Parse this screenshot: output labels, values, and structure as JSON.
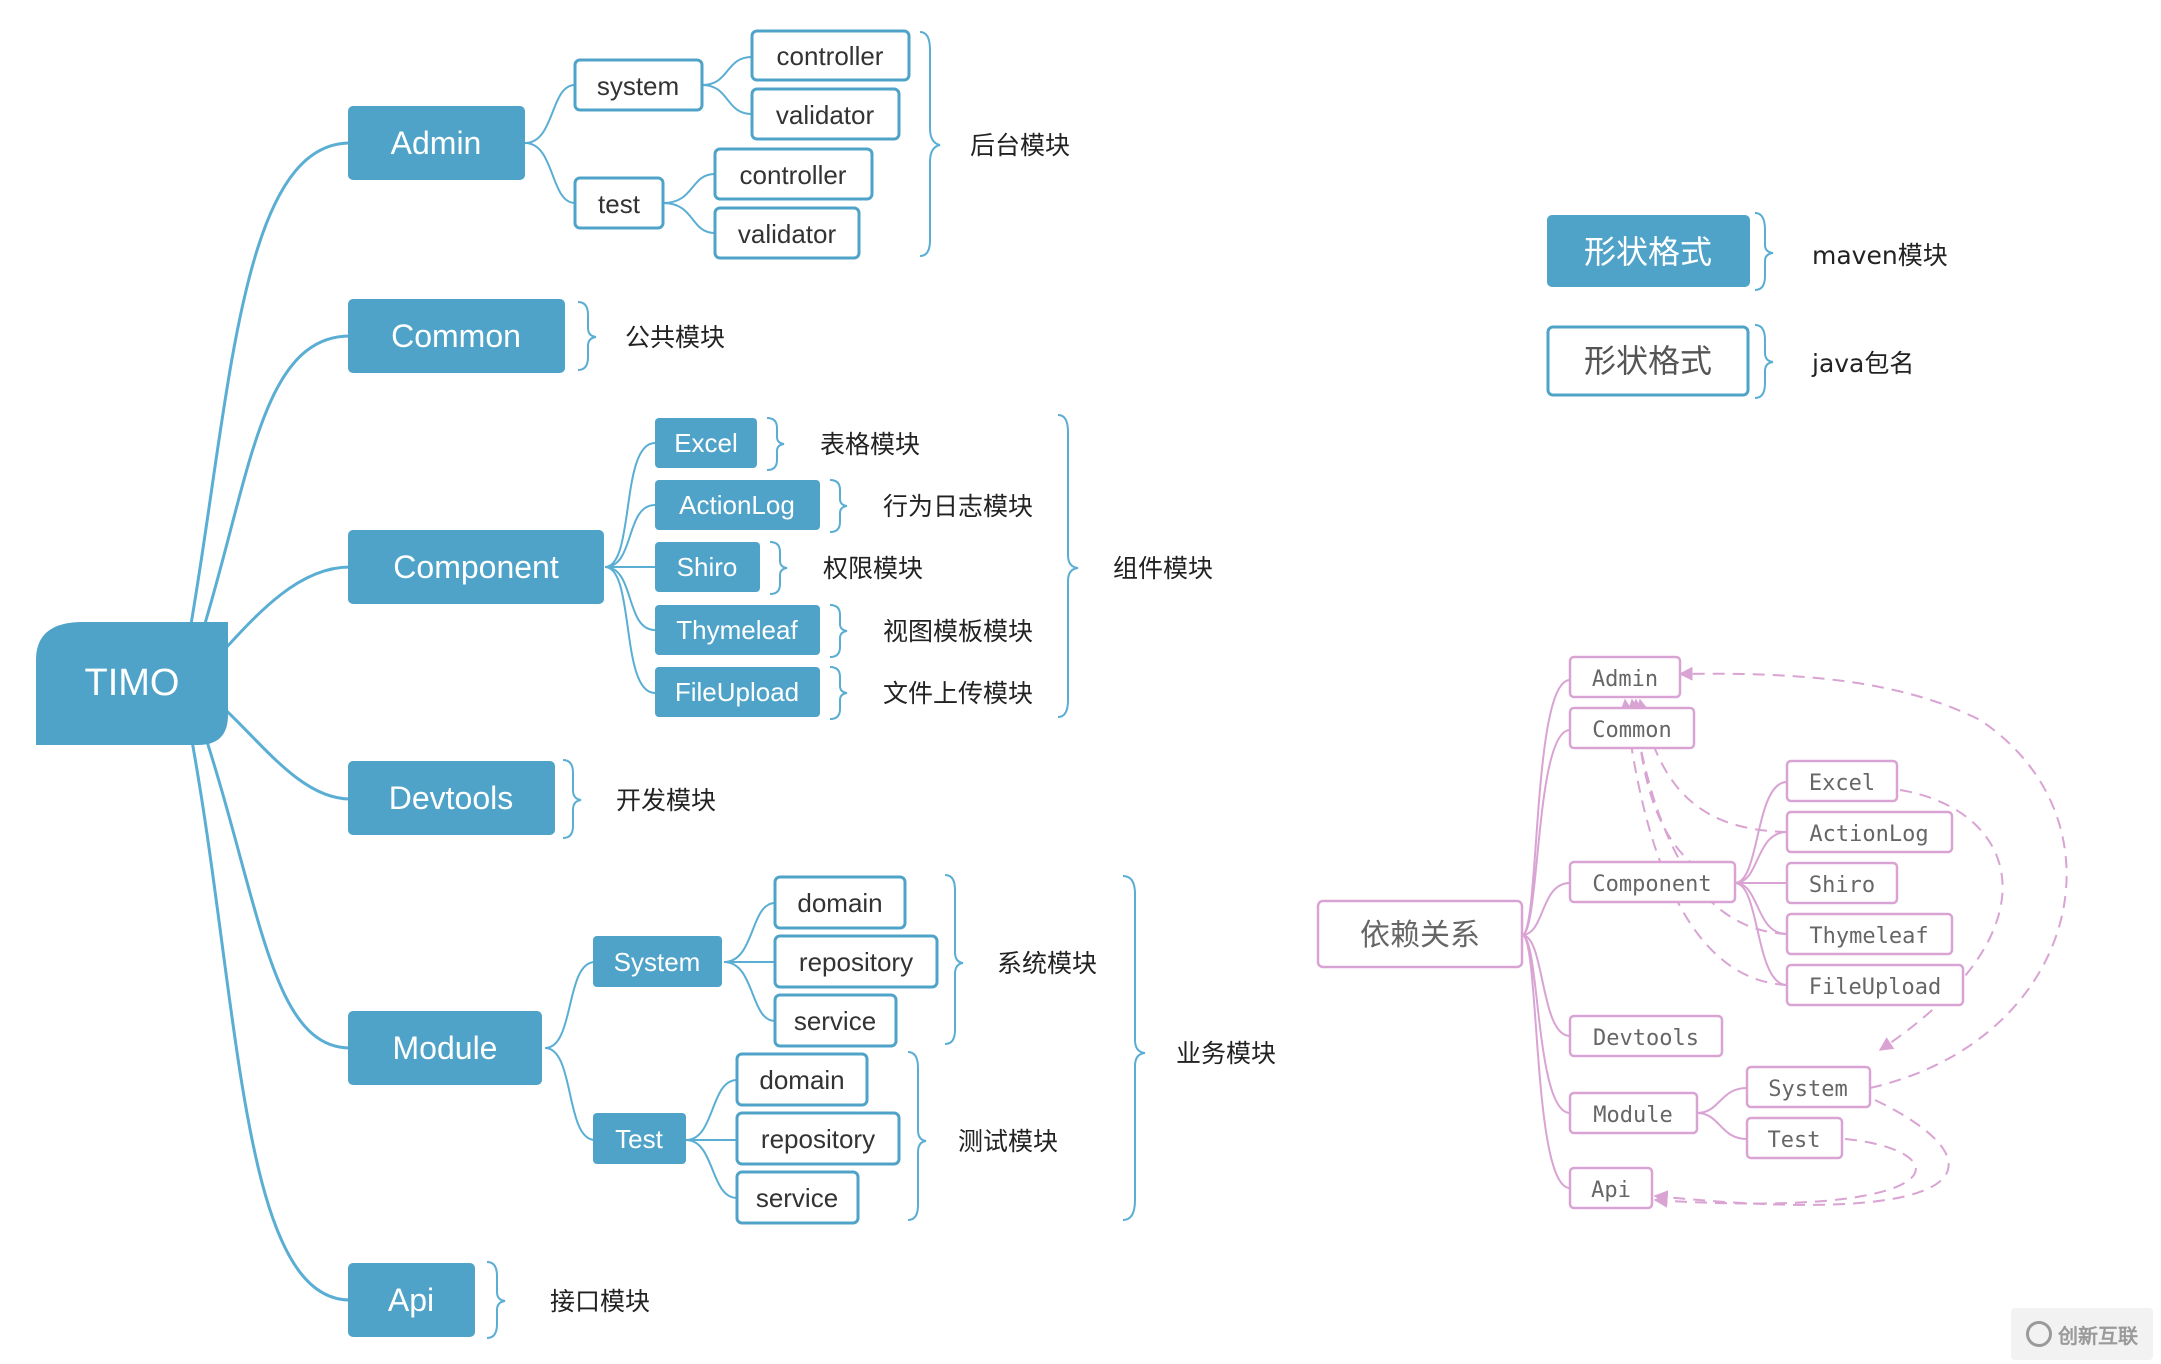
{
  "colors": {
    "primary": "#4fa3c8",
    "primary_line": "#5aaed3",
    "outline": "#4fa3c8",
    "pink": "#d9a3d3",
    "pink_text": "#666666",
    "annotation_text": "#222222"
  },
  "mindmap": {
    "root": "TIMO",
    "admin": {
      "label": "Admin",
      "system": "system",
      "system_children": [
        "controller",
        "validator"
      ],
      "test": "test",
      "test_children": [
        "controller",
        "validator"
      ],
      "note": "后台模块"
    },
    "common": {
      "label": "Common",
      "note": "公共模块"
    },
    "component": {
      "label": "Component",
      "children": [
        {
          "label": "Excel",
          "note": "表格模块"
        },
        {
          "label": "ActionLog",
          "note": "行为日志模块"
        },
        {
          "label": "Shiro",
          "note": "权限模块"
        },
        {
          "label": "Thymeleaf",
          "note": "视图模板模块"
        },
        {
          "label": "FileUpload",
          "note": "文件上传模块"
        }
      ],
      "note": "组件模块"
    },
    "devtools": {
      "label": "Devtools",
      "note": "开发模块"
    },
    "module": {
      "label": "Module",
      "system": "System",
      "system_children": [
        "domain",
        "repository",
        "service"
      ],
      "system_note": "系统模块",
      "test": "Test",
      "test_children": [
        "domain",
        "repository",
        "service"
      ],
      "test_note": "测试模块",
      "note": "业务模块"
    },
    "api": {
      "label": "Api",
      "note": "接口模块"
    }
  },
  "legend": {
    "filled_label": "形状格式",
    "filled_note": "maven模块",
    "outline_label": "形状格式",
    "outline_note": "java包名"
  },
  "dependency": {
    "root": "依赖关系",
    "nodes": [
      "Admin",
      "Common",
      "Component",
      "Devtools",
      "Module",
      "Api"
    ],
    "component_children": [
      "Excel",
      "ActionLog",
      "Shiro",
      "Thymeleaf",
      "FileUpload"
    ],
    "module_children": [
      "System",
      "Test"
    ]
  },
  "watermark": "创新互联"
}
